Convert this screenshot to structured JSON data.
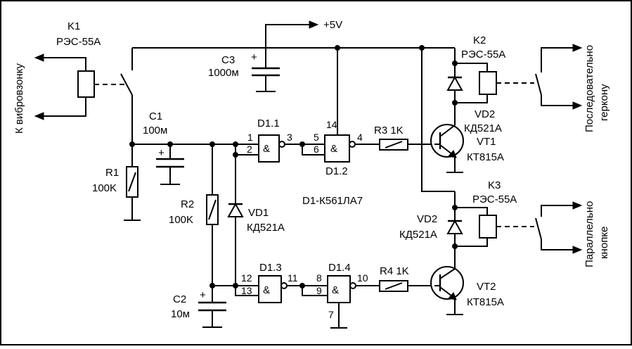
{
  "supply": {
    "label": "+5V"
  },
  "relays": {
    "k1": {
      "ref": "K1",
      "type": "РЭС-55А"
    },
    "k2": {
      "ref": "K2",
      "type": "РЭС-55А"
    },
    "k3": {
      "ref": "K3",
      "type": "РЭС-55А"
    }
  },
  "capacitors": {
    "c1": {
      "ref": "C1",
      "value": "100м"
    },
    "c2": {
      "ref": "C2",
      "value": "10м"
    },
    "c3": {
      "ref": "C3",
      "value": "1000м"
    }
  },
  "resistors": {
    "r1": {
      "ref": "R1",
      "value": "100K"
    },
    "r2": {
      "ref": "R2",
      "value": "100K"
    },
    "r3": {
      "label": "R3 1K"
    },
    "r4": {
      "label": "R4 1K"
    }
  },
  "diodes": {
    "vd1": {
      "ref": "VD1",
      "type": "КД521А"
    },
    "vd2_top": {
      "ref": "VD2",
      "type": "КД521А"
    },
    "vd2_bottom": {
      "ref": "VD2",
      "type": "КД521А"
    }
  },
  "transistors": {
    "vt1": {
      "ref": "VT1",
      "type": "КТ815А"
    },
    "vt2": {
      "ref": "VT2",
      "type": "КТ815А"
    }
  },
  "gates": {
    "d11": {
      "ref": "D1.1",
      "symbol": "&",
      "pins": [
        "1",
        "2",
        "3"
      ]
    },
    "d12": {
      "ref": "D1.2",
      "symbol": "&",
      "pins": [
        "5",
        "6",
        "4",
        "14"
      ]
    },
    "d13": {
      "ref": "D1.3",
      "symbol": "&",
      "pins": [
        "12",
        "13",
        "11"
      ]
    },
    "d14": {
      "ref": "D1.4",
      "symbol": "&",
      "pins": [
        "8",
        "9",
        "10",
        "7"
      ]
    }
  },
  "ic": {
    "label": "D1-К561ЛА7"
  },
  "outputs": {
    "vibro": "К вибровзонку",
    "series_line1": "Последовательно",
    "series_line2": "геркону",
    "parallel_line1": "Параллельно",
    "parallel_line2": "кнопке"
  },
  "polarity": {
    "plus": "+"
  }
}
